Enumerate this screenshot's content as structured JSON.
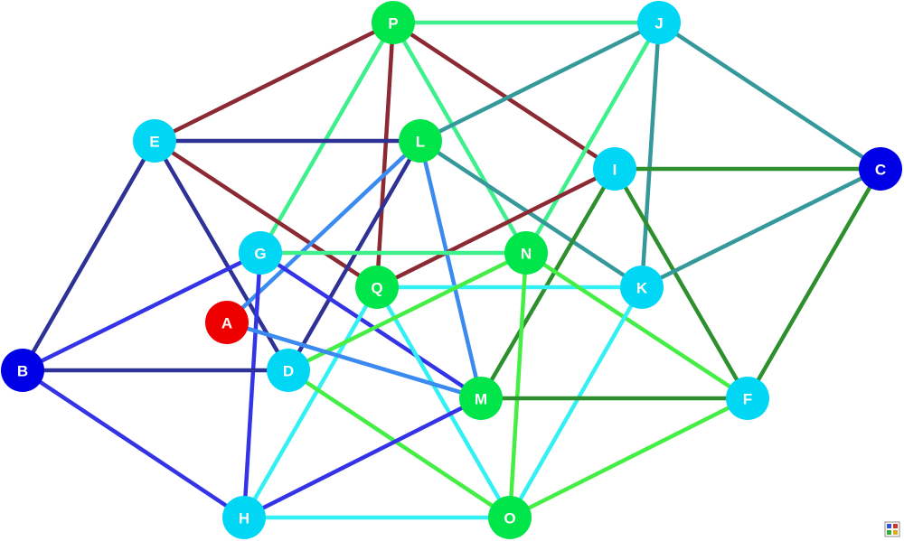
{
  "graph": {
    "nodes": [
      {
        "id": "A",
        "label": "A",
        "color": "#ee0000"
      },
      {
        "id": "B",
        "label": "B",
        "color": "#0000e6"
      },
      {
        "id": "C",
        "label": "C",
        "color": "#0000e6"
      },
      {
        "id": "D",
        "label": "D",
        "color": "#00d7f5"
      },
      {
        "id": "E",
        "label": "E",
        "color": "#00d7f5"
      },
      {
        "id": "F",
        "label": "F",
        "color": "#00d7f5"
      },
      {
        "id": "G",
        "label": "G",
        "color": "#00d7f5"
      },
      {
        "id": "H",
        "label": "H",
        "color": "#00d7f5"
      },
      {
        "id": "I",
        "label": "I",
        "color": "#00d7f5"
      },
      {
        "id": "J",
        "label": "J",
        "color": "#00d7f5"
      },
      {
        "id": "K",
        "label": "K",
        "color": "#00d7f5"
      },
      {
        "id": "L",
        "label": "L",
        "color": "#00e64a"
      },
      {
        "id": "M",
        "label": "M",
        "color": "#00e64a"
      },
      {
        "id": "N",
        "label": "N",
        "color": "#00e64a"
      },
      {
        "id": "O",
        "label": "O",
        "color": "#00e64a"
      },
      {
        "id": "P",
        "label": "P",
        "color": "#00e64a"
      },
      {
        "id": "Q",
        "label": "Q",
        "color": "#00e64a"
      }
    ],
    "edges": [
      {
        "from": "P",
        "to": "J",
        "color": "#3ef08c"
      },
      {
        "from": "P",
        "to": "E",
        "color": "#8b2a33"
      },
      {
        "from": "P",
        "to": "Q",
        "color": "#8b2a33"
      },
      {
        "from": "P",
        "to": "I",
        "color": "#8b2a33"
      },
      {
        "from": "P",
        "to": "G",
        "color": "#3ef08c"
      },
      {
        "from": "P",
        "to": "N",
        "color": "#3ef08c"
      },
      {
        "from": "J",
        "to": "L",
        "color": "#35999b"
      },
      {
        "from": "J",
        "to": "C",
        "color": "#35999b"
      },
      {
        "from": "J",
        "to": "K",
        "color": "#35999b"
      },
      {
        "from": "J",
        "to": "N",
        "color": "#3ef08c"
      },
      {
        "from": "E",
        "to": "L",
        "color": "#2e3196"
      },
      {
        "from": "E",
        "to": "B",
        "color": "#2e3196"
      },
      {
        "from": "E",
        "to": "D",
        "color": "#2e3196"
      },
      {
        "from": "E",
        "to": "Q",
        "color": "#8b2a33"
      },
      {
        "from": "L",
        "to": "A",
        "color": "#3b8af0"
      },
      {
        "from": "L",
        "to": "D",
        "color": "#2e3196"
      },
      {
        "from": "L",
        "to": "M",
        "color": "#3b8af0"
      },
      {
        "from": "L",
        "to": "K",
        "color": "#35999b"
      },
      {
        "from": "I",
        "to": "C",
        "color": "#2e8f2e"
      },
      {
        "from": "I",
        "to": "Q",
        "color": "#8b2a33"
      },
      {
        "from": "I",
        "to": "M",
        "color": "#2e8f2e"
      },
      {
        "from": "I",
        "to": "F",
        "color": "#2e8f2e"
      },
      {
        "from": "C",
        "to": "K",
        "color": "#35999b"
      },
      {
        "from": "C",
        "to": "F",
        "color": "#2e8f2e"
      },
      {
        "from": "G",
        "to": "N",
        "color": "#3ef08c"
      },
      {
        "from": "G",
        "to": "B",
        "color": "#3434e6"
      },
      {
        "from": "G",
        "to": "M",
        "color": "#3434e6"
      },
      {
        "from": "G",
        "to": "H",
        "color": "#3434e6"
      },
      {
        "from": "Q",
        "to": "K",
        "color": "#33f0f5"
      },
      {
        "from": "Q",
        "to": "H",
        "color": "#33f0f5"
      },
      {
        "from": "Q",
        "to": "O",
        "color": "#33f0f5"
      },
      {
        "from": "N",
        "to": "D",
        "color": "#44ee44"
      },
      {
        "from": "N",
        "to": "F",
        "color": "#44ee44"
      },
      {
        "from": "N",
        "to": "O",
        "color": "#44ee44"
      },
      {
        "from": "K",
        "to": "O",
        "color": "#33f0f5"
      },
      {
        "from": "A",
        "to": "M",
        "color": "#3b8af0"
      },
      {
        "from": "B",
        "to": "D",
        "color": "#2e3196"
      },
      {
        "from": "B",
        "to": "H",
        "color": "#3434e6"
      },
      {
        "from": "D",
        "to": "O",
        "color": "#44ee44"
      },
      {
        "from": "M",
        "to": "F",
        "color": "#2e8f2e"
      },
      {
        "from": "M",
        "to": "H",
        "color": "#3434e6"
      },
      {
        "from": "F",
        "to": "O",
        "color": "#44ee44"
      },
      {
        "from": "H",
        "to": "O",
        "color": "#33f0f5"
      }
    ]
  },
  "badge": {
    "icon": "grid-logo-icon"
  }
}
